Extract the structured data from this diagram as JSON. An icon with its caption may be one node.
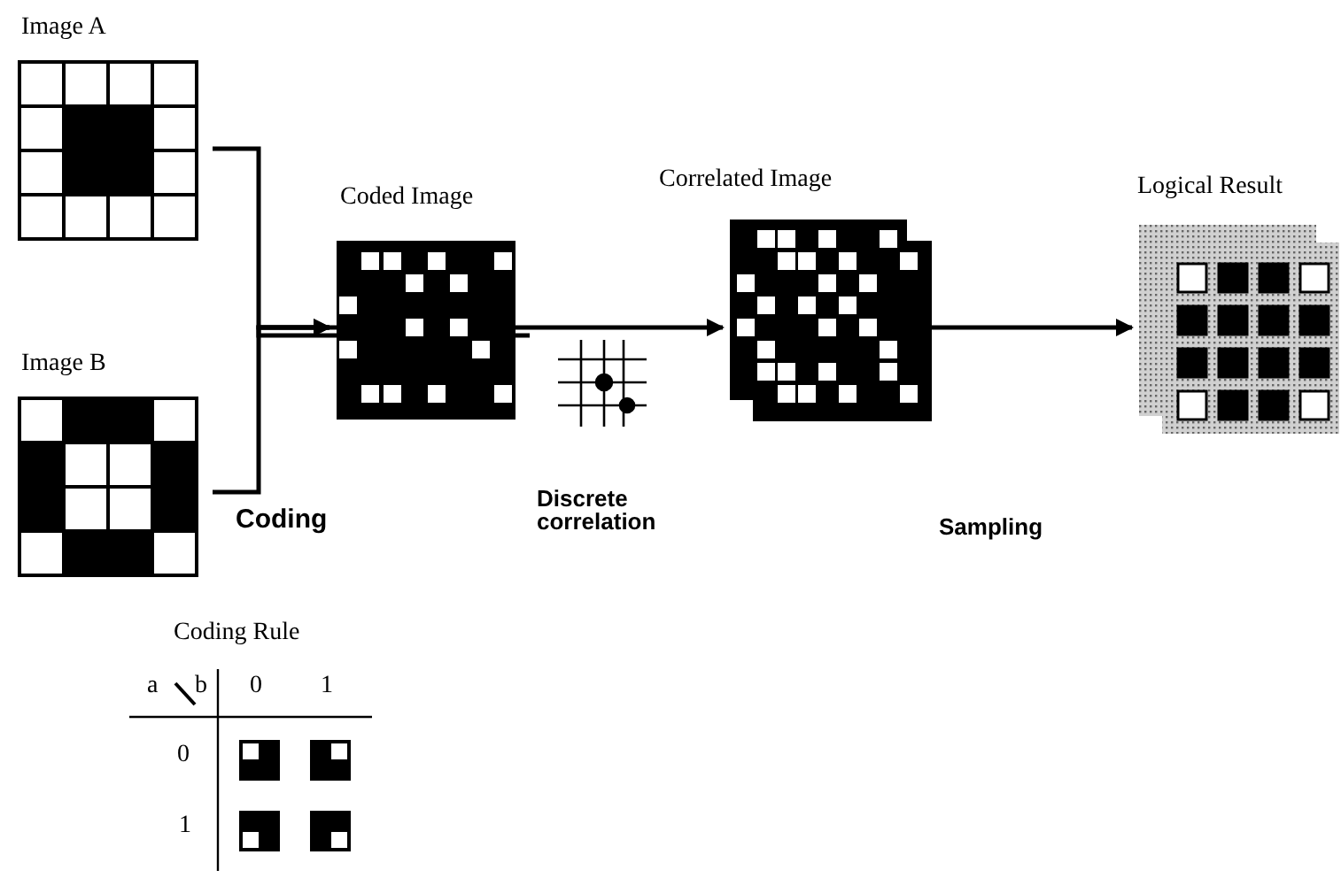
{
  "diagram": {
    "nodes": [
      {
        "text": [
          "Image A"
        ]
      },
      {
        "text": [
          "Image B"
        ]
      },
      {
        "text": [
          "Coded Image"
        ]
      },
      {
        "text": [
          "Correlated Image"
        ]
      },
      {
        "text": [
          "Logical Result"
        ]
      }
    ],
    "edges": [
      {
        "from": 0,
        "to": 2,
        "arrow": "to"
      },
      {
        "from": 1,
        "to": 2,
        "arrow": "to"
      },
      {
        "from": 2,
        "to": 3,
        "arrow": "to"
      },
      {
        "from": 3,
        "to": 4,
        "arrow": "to"
      }
    ],
    "labels": [
      "Coding",
      "Discrete correlation",
      "Sampling",
      "Coding Rule",
      "a",
      "b",
      "0",
      "1",
      "0",
      "1"
    ]
  }
}
